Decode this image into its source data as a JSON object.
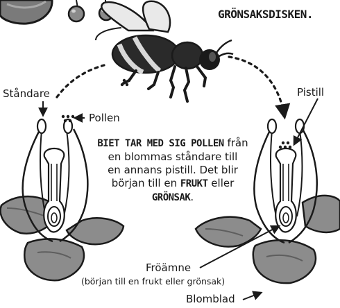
{
  "top_text": "GRÖNSAKSDISKEN.",
  "labels": {
    "standare": "Ståndare",
    "pollen": "Pollen",
    "pistill": "Pistill",
    "froamne": "Fröämne",
    "froamne_note": "(början till en frukt eller grönsak)",
    "blomblad": "Blomblad"
  },
  "center": {
    "lead": "BIET TAR MED SIG POLLEN",
    "line1_rest": " från",
    "line2": "en blommas ståndare till",
    "line3": "en annans pistill. Det blir",
    "line4_a": "början till en ",
    "frukt": "FRUKT",
    "line4_b": " eller",
    "gronsak": "GRÖNSAK",
    "end": "."
  },
  "colors": {
    "ink": "#1a1a1a",
    "petal": "#8c8c8c",
    "petal_dark": "#5e5e5e",
    "bee_band": "#d8d8d8",
    "wing": "#e9e9e9"
  }
}
